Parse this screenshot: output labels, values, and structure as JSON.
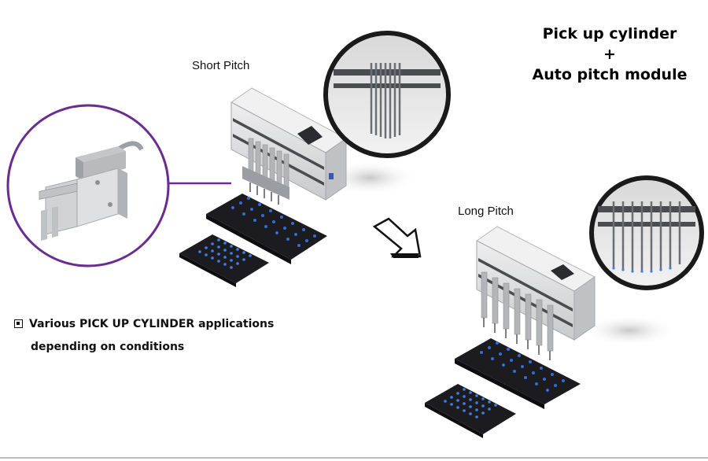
{
  "title": {
    "line1": "Pick up cylinder",
    "plus": "+",
    "line2": "Auto pitch module"
  },
  "labels": {
    "short_pitch": "Short Pitch",
    "long_pitch": "Long Pitch"
  },
  "note": {
    "line1": "Various PICK UP CYLINDER applications",
    "line2": "depending on conditions"
  },
  "colors": {
    "callout_ring": "#6a2c91",
    "tray": "#1b1b1f",
    "tray_dots": "#2f6fd6",
    "module_body": "#d9dadc"
  },
  "icons": {
    "transition": "arrow-down-right-icon"
  }
}
